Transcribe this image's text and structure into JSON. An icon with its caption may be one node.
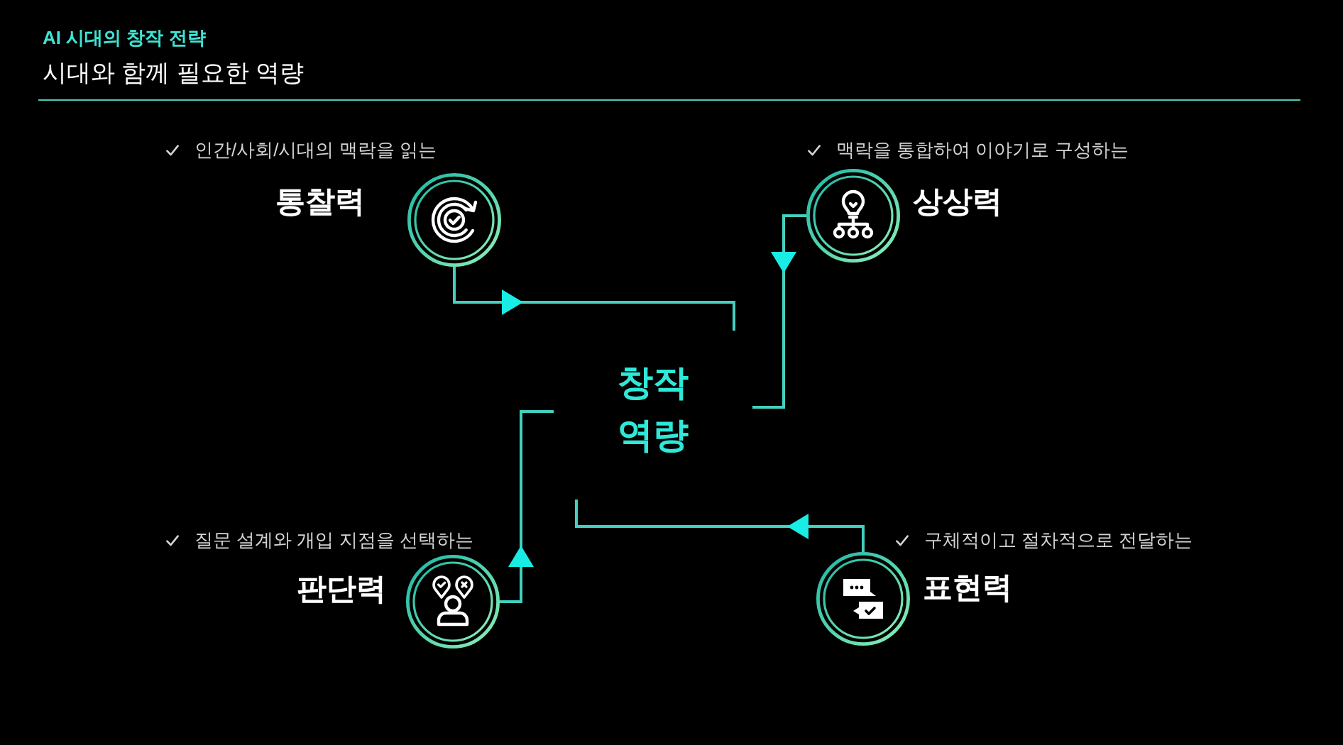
{
  "diagram": {
    "title": "시대와 함께 필요한 역량",
    "nodes": [
      {
        "text": [
          "통찰력"
        ],
        "beside": [
          "인간/사회/시대의 맥락을 읽는"
        ]
      },
      {
        "text": [
          "상상력"
        ],
        "beside": [
          "맥락을 통합하여 이야기로 구성하는"
        ]
      },
      {
        "text": [
          "창작 역량"
        ]
      },
      {
        "text": [
          "판단력"
        ],
        "beside": [
          "질문 설계와 개입 지점을 선택하는"
        ]
      },
      {
        "text": [
          "표현력"
        ],
        "beside": [
          "구체적이고 절차적으로 전달하는"
        ]
      }
    ],
    "edges": [
      {
        "from": 0,
        "to": 2,
        "arrow": "to"
      },
      {
        "from": 1,
        "to": 2,
        "arrow": "to"
      },
      {
        "from": 3,
        "to": 2,
        "arrow": "to"
      },
      {
        "from": 4,
        "to": 2,
        "arrow": "to"
      }
    ],
    "labels": [
      "AI 시대의 창작 전략"
    ]
  }
}
